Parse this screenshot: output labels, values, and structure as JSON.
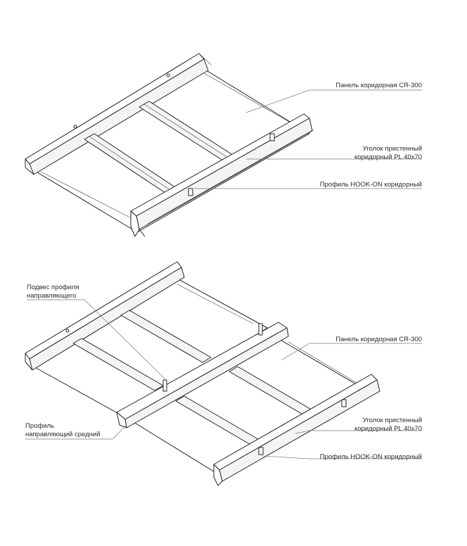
{
  "diagrams": [
    {
      "name": "top",
      "labels": {
        "panel": "Панель коридорная CR-300",
        "angle_line1": "Уголок пристенный",
        "angle_line2": "коридорный PL 40x70",
        "hook_profile": "Профиль HOOK-ON коридорный"
      }
    },
    {
      "name": "bottom",
      "labels": {
        "hanger_line1": "Подвес профиля",
        "hanger_line2": "направляющего",
        "panel": "Панель коридорная CR-300",
        "guide_line1": "Профиль",
        "guide_line2": "направляющий средний",
        "angle_line1": "Уголок пристенный",
        "angle_line2": "коридорный PL 40x70",
        "hook_profile": "Профиль HOOK-ON коридорный"
      }
    }
  ]
}
